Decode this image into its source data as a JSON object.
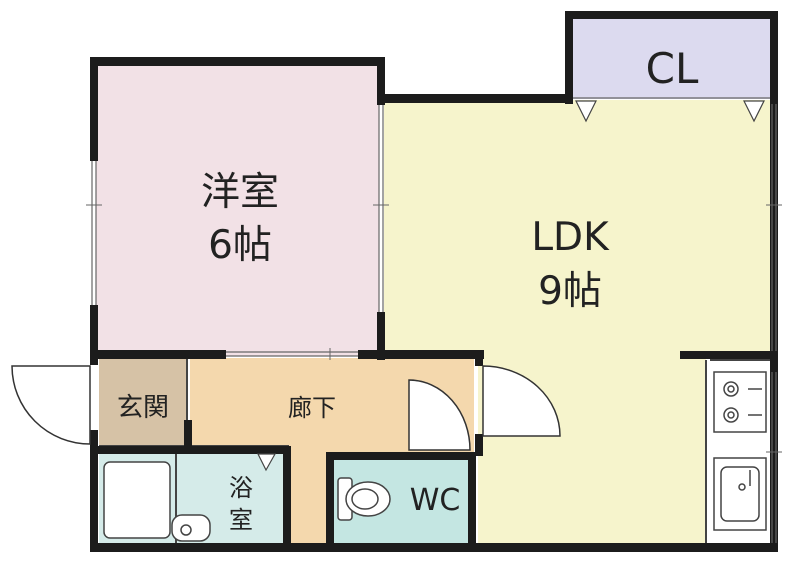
{
  "rooms": {
    "western_room": {
      "name": "洋室",
      "size": "6帖",
      "color": "#f2e1e6"
    },
    "ldk": {
      "name": "LDK",
      "size": "9帖",
      "color": "#f6f4cc"
    },
    "closet": {
      "name": "CL",
      "color": "#dcdaef"
    },
    "entrance": {
      "name": "玄関",
      "color": "#d6c2a6"
    },
    "hallway": {
      "name": "廊下",
      "color": "#f4d8ad"
    },
    "bathroom": {
      "name": "浴室",
      "color": "#d5ebe9"
    },
    "toilet": {
      "name": "WC",
      "color": "#c4e6e2"
    }
  },
  "colors": {
    "wall": "#1c1c1c",
    "line": "#444444"
  }
}
